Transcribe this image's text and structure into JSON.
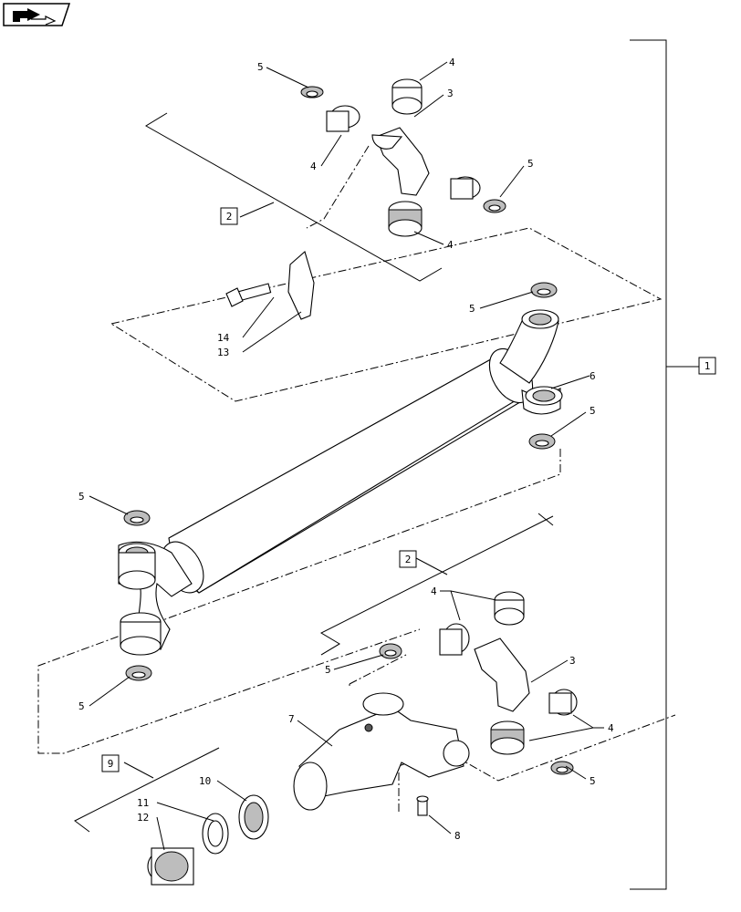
{
  "nav_icon": "arrow-page-icon",
  "callouts": {
    "c1": "1",
    "c2a": "2",
    "c2b": "2",
    "c3a": "3",
    "c3b": "3",
    "c4a": "4",
    "c4b": "4",
    "c4c": "4",
    "c4d": "4",
    "c4e": "4",
    "c5a": "5",
    "c5b": "5",
    "c5c": "5",
    "c5d": "5",
    "c5e": "5",
    "c5f": "5",
    "c5g": "5",
    "c6": "6",
    "c7": "7",
    "c8": "8",
    "c9": "9",
    "c10": "10",
    "c11": "11",
    "c12": "12",
    "c13": "13",
    "c14": "14"
  }
}
